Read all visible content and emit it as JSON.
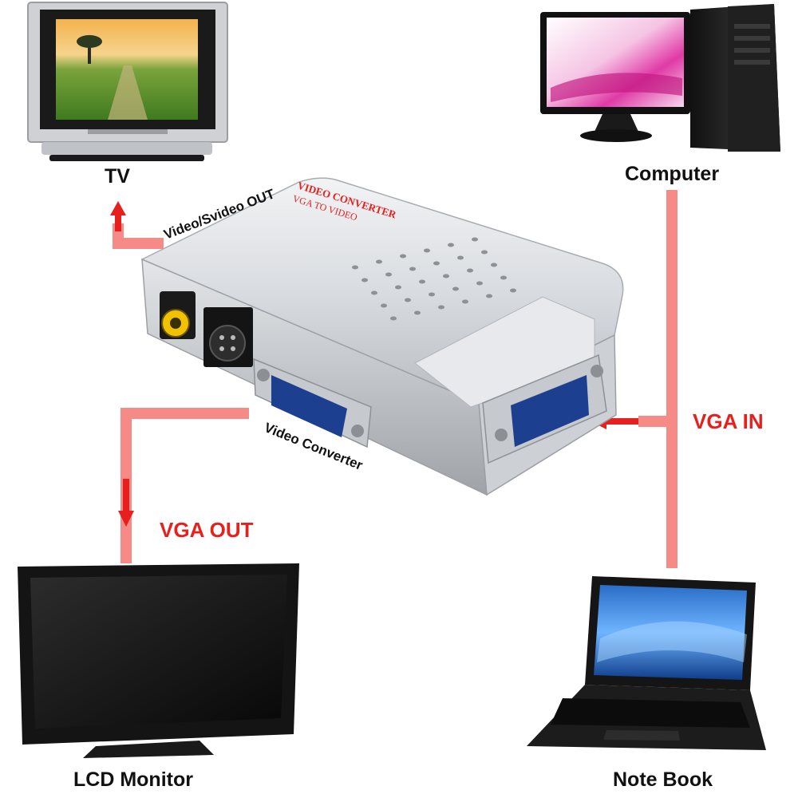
{
  "devices": {
    "tv": {
      "label": "TV",
      "icon": "tv-icon"
    },
    "computer": {
      "label": "Computer",
      "icon": "desktop-computer-icon"
    },
    "lcd_monitor": {
      "label": "LCD Monitor",
      "icon": "lcd-monitor-icon"
    },
    "notebook": {
      "label": "Note Book",
      "icon": "laptop-icon"
    }
  },
  "connections": {
    "vga_in": "VGA IN",
    "vga_out": "VGA OUT",
    "video_out": "Video/Svideo OUT",
    "converter": "Video Converter"
  },
  "product": {
    "title": "VIDEO CONVERTER",
    "subtitle": "VGA TO VIDEO"
  },
  "colors": {
    "connector_line": "#f58a86",
    "arrow": "#e8201d",
    "label_red": "#e8201d",
    "device_body": "#cfd2d6"
  }
}
